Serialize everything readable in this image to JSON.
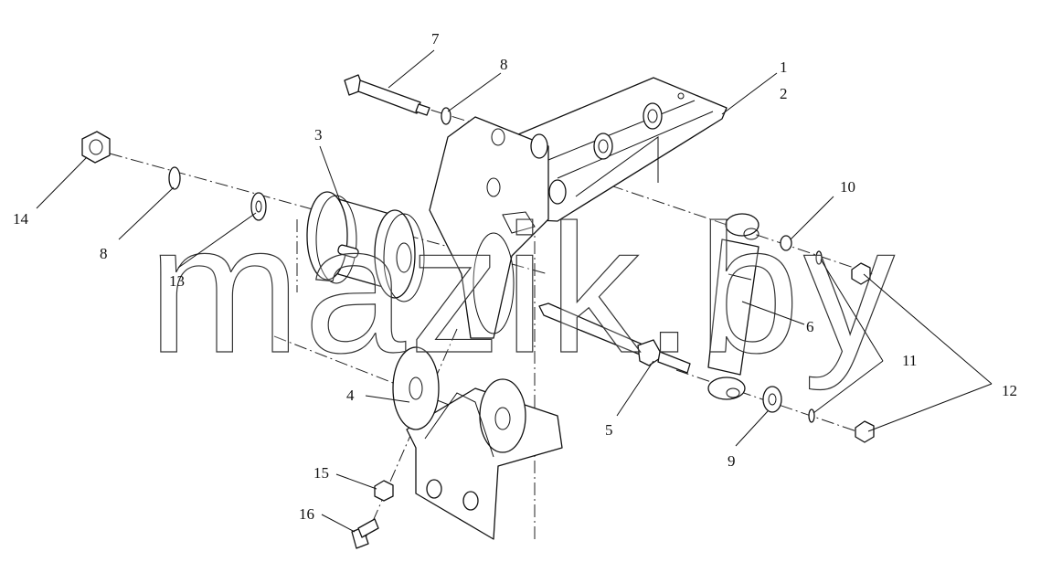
{
  "watermark": "mazik.by",
  "callouts": [
    {
      "id": "c1",
      "label": "1"
    },
    {
      "id": "c2",
      "label": "2"
    },
    {
      "id": "c3",
      "label": "3"
    },
    {
      "id": "c4",
      "label": "4"
    },
    {
      "id": "c5",
      "label": "5"
    },
    {
      "id": "c6",
      "label": "6"
    },
    {
      "id": "c7",
      "label": "7"
    },
    {
      "id": "c8a",
      "label": "8"
    },
    {
      "id": "c8b",
      "label": "8"
    },
    {
      "id": "c9",
      "label": "9"
    },
    {
      "id": "c10",
      "label": "10"
    },
    {
      "id": "c11",
      "label": "11"
    },
    {
      "id": "c12",
      "label": "12"
    },
    {
      "id": "c13",
      "label": "13"
    },
    {
      "id": "c14",
      "label": "14"
    },
    {
      "id": "c15",
      "label": "15"
    },
    {
      "id": "c16",
      "label": "16"
    }
  ]
}
